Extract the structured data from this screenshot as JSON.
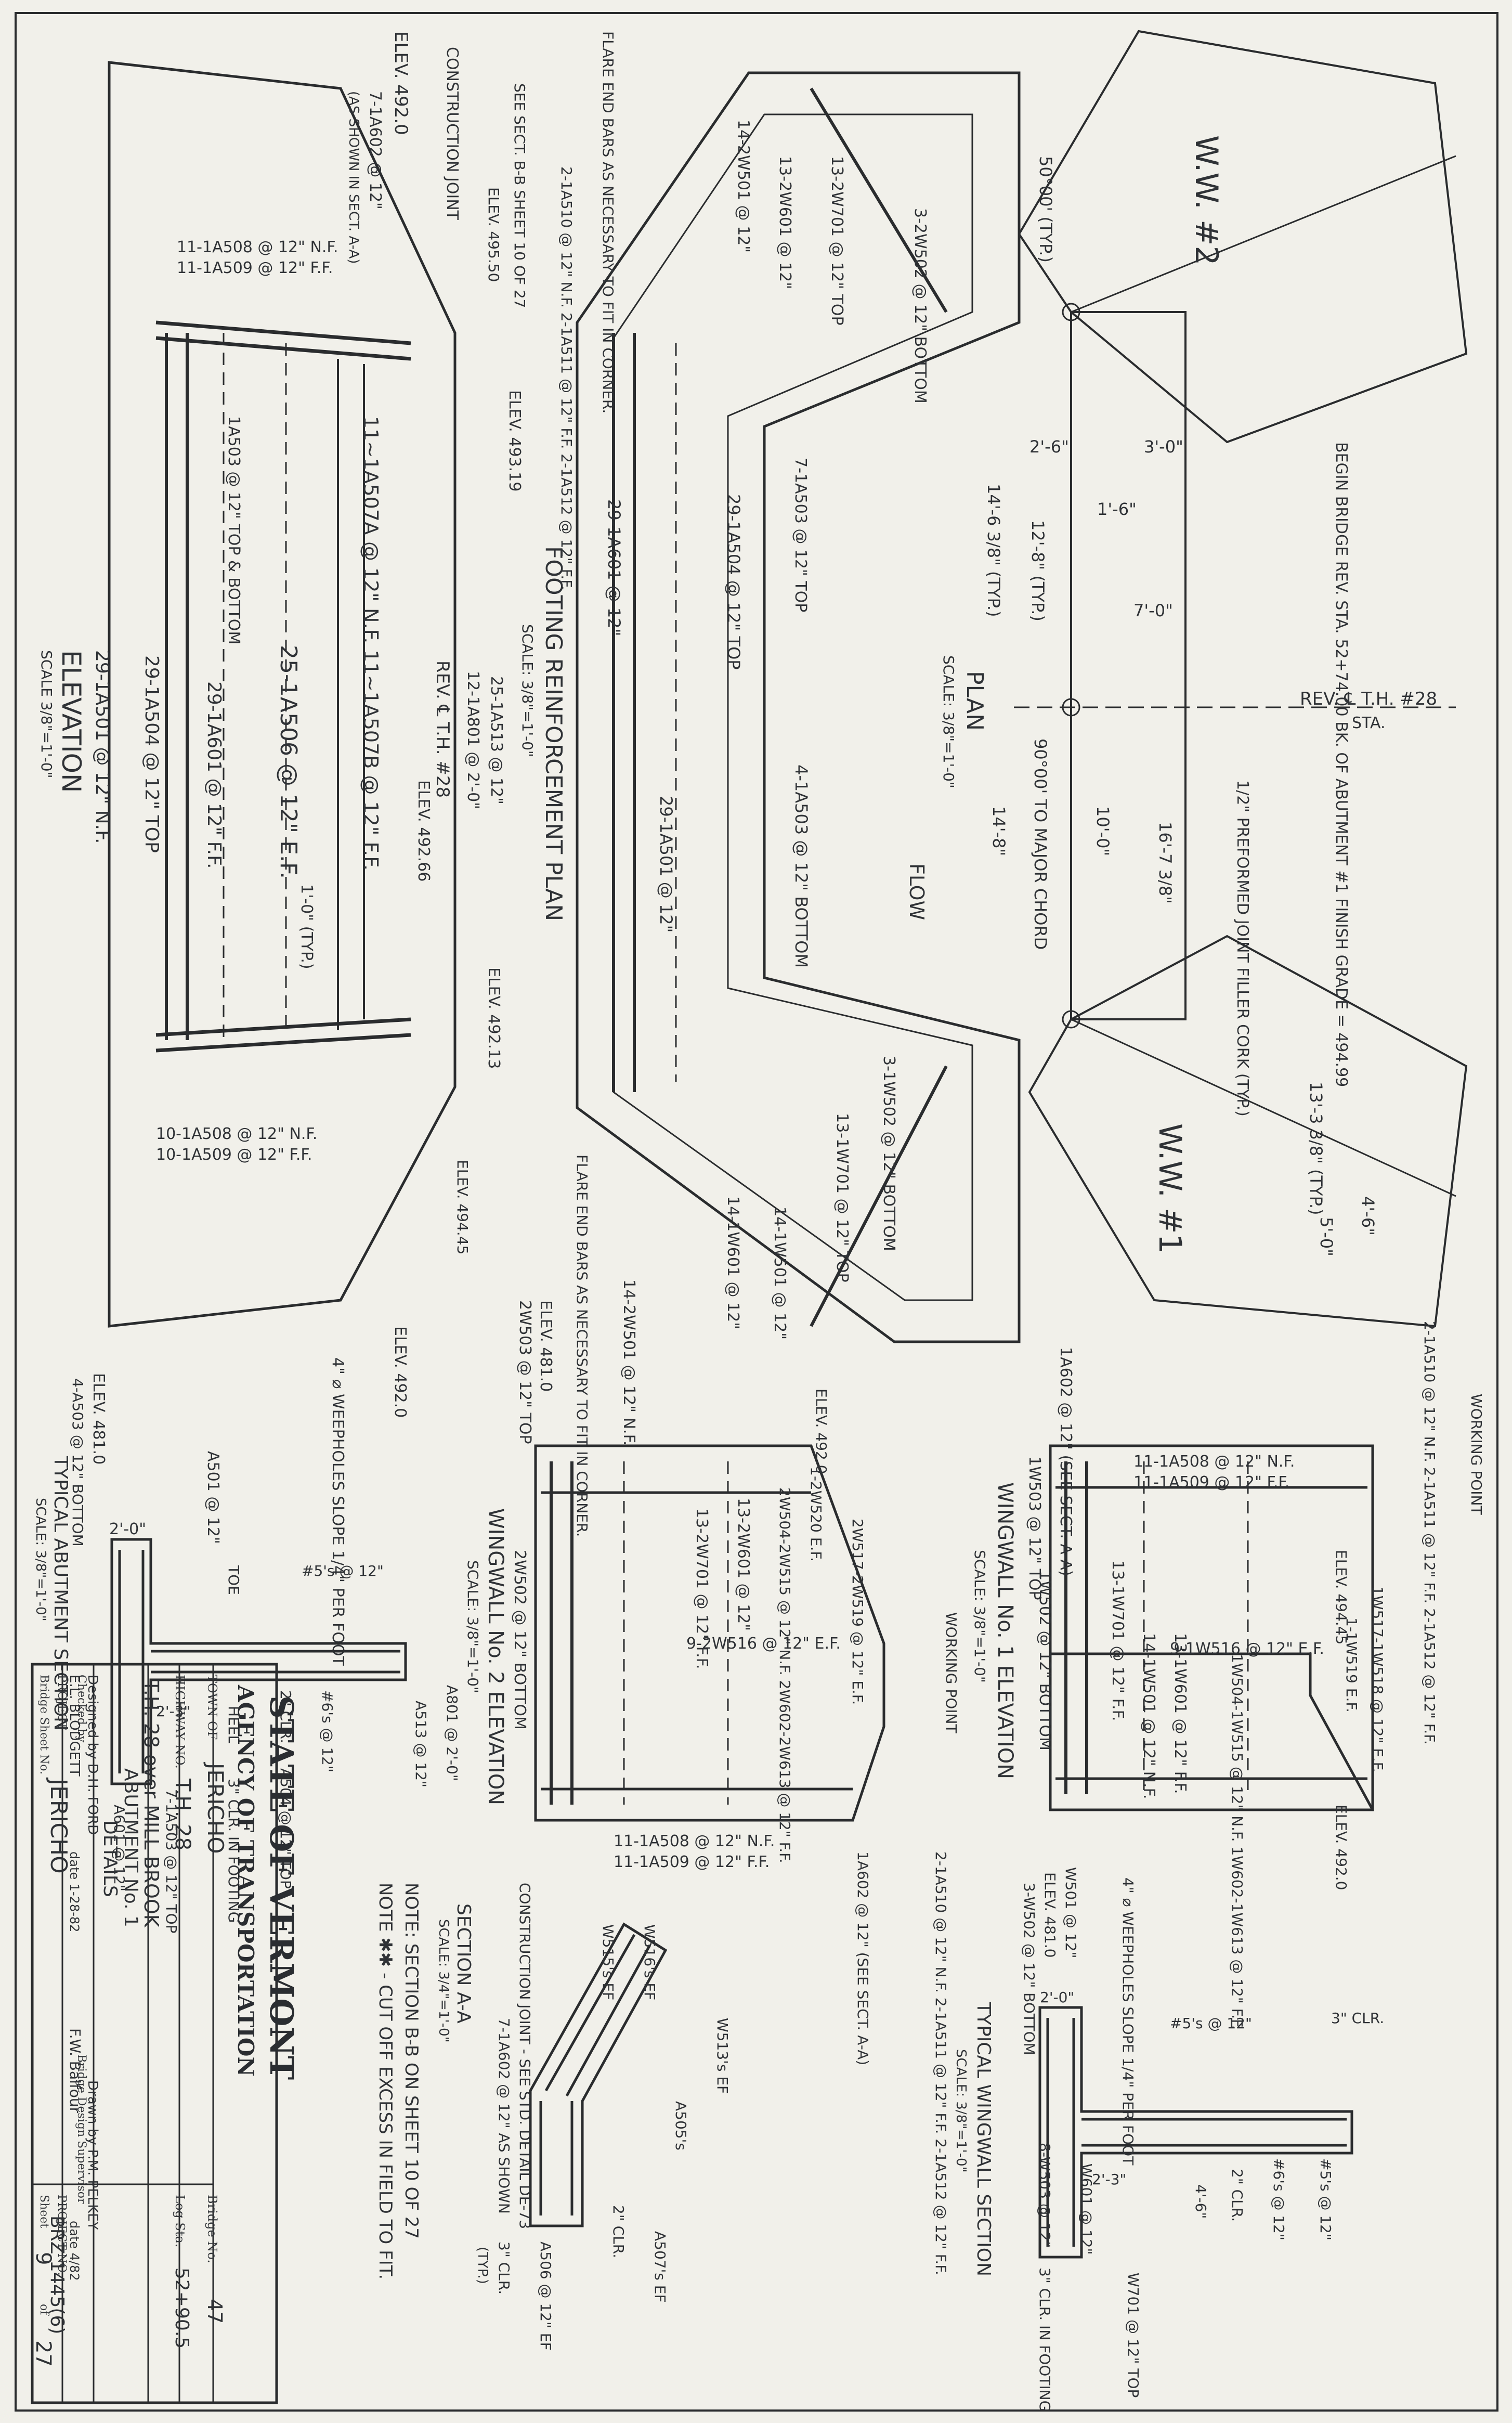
{
  "title_block": {
    "agency_line1": "STATE OF VERMONT",
    "agency_line2": "AGENCY OF TRANSPORTATION",
    "town_label": "TOWN OF",
    "town": "JERICHO",
    "bridge_no_label": "Bridge No.",
    "bridge_no": "47",
    "highway_label": "HIGHWAY NO.",
    "highway": "T.H. 28",
    "log_sta_label": "Log Sta.",
    "log_sta": "52+90.5",
    "desc_line1": "T.H. 28 over MILL BROOK",
    "desc_line2": "ABUTMENT No. 1",
    "desc_line3": "DETAILS",
    "designed_by": "Designed by D.H. FORD",
    "drawn_by": "Drawn by P.M. PELKEY",
    "checked_by": "Checked by",
    "checked_name": "E.L. BLODGETT",
    "checked_date": "date 1-28-82",
    "supervisor_label": "Bridge Design Supervisor",
    "supervisor": "F.W. Balfour",
    "supervisor_date": "date 4/82",
    "project_label": "PROJECT",
    "project": "JERICHO",
    "project_no_label": "PROJECT NO.",
    "project_no": "BRZ 1445(6)",
    "bridge_sheet_label": "Bridge Sheet No.",
    "sheet_label": "Sheet",
    "sheet_no": "9",
    "sheet_of": "of",
    "sheet_total": "27"
  },
  "views": {
    "elevation": {
      "title": "ELEVATION",
      "scale": "SCALE 3/8\"=1'-0\""
    },
    "footing": {
      "title": "FOOTING REINFORCEMENT PLAN",
      "scale": "SCALE: 3/8\"=1'-0\""
    },
    "plan": {
      "title": "PLAN",
      "scale": "SCALE: 3/8\"=1'-0\""
    },
    "wingwall2": {
      "title": "WINGWALL No. 2 ELEVATION",
      "scale": "SCALE: 3/8\"=1'-0\""
    },
    "wingwall1": {
      "title": "WINGWALL No. 1 ELEVATION",
      "scale": "SCALE: 3/8\"=1'-0\""
    },
    "abutment_section": {
      "title": "TYPICAL ABUTMENT SECTION",
      "scale": "SCALE: 3/8\"=1'-0\""
    },
    "wingwall_section": {
      "title": "TYPICAL WINGWALL SECTION",
      "scale": "SCALE: 3/8\"=1'-0\""
    },
    "section_aa": {
      "title": "SECTION A-A",
      "scale": "SCALE: 3/4\"=1'-0\"",
      "note": "SHOWN"
    }
  },
  "notes": {
    "note1": "NOTE: SECTION B-B ON SHEET 10 OF 27",
    "note2": "NOTE ✱✱ - CUT OFF EXCESS IN FIELD TO FIT."
  },
  "labels": {
    "elev_top_left": "ELEV. 492.0",
    "construction_joint_a": "CONSTRUCTION JOINT",
    "bars_ia602": "7-1A602 @ 12\"",
    "as_shown_a": "(AS SHOWN IN SECT. A-A)",
    "bars_top_group": "2-1A510 @ 12\" N.F.  2-1A511 @ 12\" F.F.  2-1A512 @ 12\" F.F.",
    "see_sect_bb": "SEE SECT. B-B SHEET 10 OF 27",
    "elev_49550": "ELEV. 495.50",
    "bar_ia508_top": "11-1A508 @ 12\" N.F.",
    "bar_ia509_top": "11-1A509 @ 12\" F.F.",
    "elev_49319": "ELEV. 493.19",
    "bar_ia507": "11~1A507A @ 12\" N.F.  11~1A507B @ 12\" F.F.",
    "bar_ia503": "1A503 @ 12\" TOP & BOTTOM",
    "bar_ia506": "25-1A506 @ 12\" E.F.",
    "rev_th28": "REV. ℄ T.H. #28",
    "bar_ia513": "25-1A513 @ 12\"",
    "bar_ia801": "12-1A801 @ 2'-0\"",
    "elev_49266": "ELEV. 492.66",
    "bar_ia601": "29-1A601 @ 12\" F.F.",
    "bar_ia504": "29-1A504 @ 12\" TOP",
    "bar_ia501": "29-1A501 @ 12\" N.F.",
    "typ_10": "1'-0\" (TYP.)",
    "elev_49213": "ELEV. 492.13",
    "bar_ia508_bot": "10-1A508 @ 12\" N.F.",
    "bar_ia509_bot": "10-1A509 @ 12\" F.F.",
    "elev_49445": "ELEV. 494.45",
    "elev_4920": "ELEV. 492.0",
    "weepholes": "4\" ⌀ WEEPHOLES SLOPE 1/4\" PER FOOT",
    "elev_4810": "ELEV. 481.0",
    "bars_a503": "4-A503 @ 12\" BOTTOM",
    "bar_2w503": "2W503 @ 12\" TOP",
    "bar_2w501": "14-2W501 @ 12\" N.F.",
    "bar_2w701": "13-2W701 @ 12\" F.F.",
    "bar_2w601": "13-2W601 @ 12\"",
    "bar_2w516": "9-2W516 @ 12\" E.F.",
    "bar_2w502": "2W502 @ 12\" BOTTOM",
    "bar_1w503": "1W503 @ 12\" TOP",
    "bar_1w502": "1W502 @ 12\" BOTTOM",
    "bar_1w701": "13-1W701 @ 12\" F.F.",
    "bar_1w601": "13-1W601 @ 12\" F.F.",
    "bar_1w501": "14-1W501 @ 12\" N.F.",
    "bar_1w516": "9-1W516 @ 12\" E.F.",
    "working_point": "WORKING POINT",
    "flow": "FLOW",
    "begin_bridge": "BEGIN BRIDGE  REV. STA. 52+74.00  BK. OF ABUTMENT #1  FINISH GRADE = 494.99",
    "ww2": "W.W. #2",
    "ww1": "W.W. #1",
    "rev_th28_plan": "REV. ℄ T.H. #28",
    "sta": "STA.",
    "filler_cork": "1/2\" PREFORMED JOINT FILLER CORK (TYP.)",
    "major_chord": "90°00' TO MAJOR CHORD",
    "angle_50": "50°00' (TYP.)",
    "dim_14_8": "14'-8\"",
    "dim_10_0": "10'-0\"",
    "dim_16_7": "16'-7 3/8\"",
    "dim_14_6": "14'-6 3/8\" (TYP.)",
    "dim_12_8": "12'-8\" (TYP.)",
    "dim_7_0": "7'-0\"",
    "dim_3_0": "3'-0\"",
    "dim_2_6": "2'-6\"",
    "dim_1_6": "1'-6\"",
    "dim_13_3": "13'-3 3/8\" (TYP.)",
    "dim_4_6": "4'-6\"",
    "dim_5_0": "5'-0\"",
    "flare_note": "FLARE END BARS AS NECESSARY TO FIT IN CORNER.",
    "bar_1w701_top": "13-1W701 @ 12\" TOP",
    "bar_1w601_plan": "14-1W601 @ 12\"",
    "bar_1w501_plan": "14-1W501 @ 12\"",
    "bar_2w601_plan": "13-2W601 @ 12\"",
    "bar_2w501_plan": "14-2W501 @ 12\"",
    "bar_2w701_plan": "13-2W701 @ 12\" TOP",
    "bar_2w502_plan": "3-2W502 @ 12\" BOTTOM",
    "bar_1w502_plan": "3-1W502 @ 12\" BOTTOM",
    "bar_ia503_plan_top": "7-1A503 @ 12\" TOP",
    "bar_ia503_plan_bot": "4-1A503 @ 12\" BOTTOM",
    "bar_ia504_plan": "29-1A504 @ 12\" TOP",
    "bar_ia601_plan": "29-1A601 @ 12\"",
    "bar_ia501_plan": "29-1A501 @ 12\"",
    "five_s": "#5's @ 12\"",
    "six_s": "#6's @ 12\"",
    "clr_2": "2\" CLR.",
    "clr_3": "3\" CLR.",
    "clr_3_footing": "3\" CLR. IN FOOTING",
    "a501": "A501 @ 12\"",
    "a601": "A601 @ 12\"",
    "a504": "A504 @ 12\" TOP",
    "a513": "A513 @ 12\"",
    "a801": "A801 @ 2'-0\"",
    "a503_top": "7-1A503 @ 12\" TOP",
    "w501": "W501 @ 12\"",
    "w502": "3-W502 @ 12\" BOTTOM",
    "w503": "8-W503 @ 12\"",
    "w601": "W601 @ 12\"",
    "w701": "W701 @ 12\" TOP",
    "toe": "TOE",
    "heel": "HEEL",
    "dim_2_0": "2'-0\"",
    "dim_2_3": "2'-3\"",
    "a506": "A506 @ 12\" EF",
    "a507": "A507's EF",
    "w515": "W515's EF",
    "w516": "W516's EF",
    "w513": "W513's EF",
    "a505": "A505's",
    "a602_shown": "7-1A602 @ 12\" AS SHOWN",
    "construction_joint_std": "CONSTRUCTION JOINT - SEE STD. DETAIL DE-73",
    "typ": "(TYP.)",
    "wingwall_pt": "WORKING POINT",
    "bar_1w504": "1W504-1W515 @ 12\" N.F.  1W602-1W613 @ 12\" F.F.",
    "bar_1w517": "1W517-1W518 @ 12\" E.F.",
    "bar_2w504": "2W504-2W515 @ 12\" N.F.  2W602-2W613 @ 12\" F.F.",
    "bar_2w517": "2W517-2W519 @ 12\" E.F.",
    "bar_2w520": "1-2W520 E.F.",
    "bar_1w519": "1-1W519 E.F.",
    "ia602_sect": "1A602 @ 12\" (SEE SECT. A-A)"
  }
}
